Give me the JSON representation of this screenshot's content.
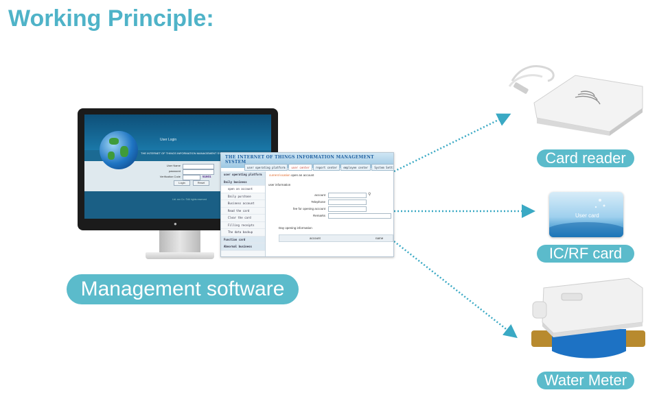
{
  "title": "Working Principle:",
  "labels": {
    "management": "Management software",
    "card_reader": "Card reader",
    "ic_card": "IC/RF card",
    "water_meter": "Water Meter"
  },
  "colors": {
    "title": "#4fb3c8",
    "pill": "#5bbbcb",
    "arrow": "#3aa9c4"
  },
  "login_screen": {
    "heading": "User Login",
    "system_name": "THE INTERNET OF THINGS INFORMATION MANAGEMENT SYSTEM",
    "fields": [
      "User Name",
      "password",
      "Verification Code"
    ],
    "code": "51601",
    "buttons": [
      "Login",
      "Reset"
    ],
    "footer": "Ltd. xxx Co. ©All rights reserved"
  },
  "app_window": {
    "title": "THE INTERNET OF THINGS INFORMATION MANAGEMENT SYSTEM",
    "tabs": [
      "user operating platform",
      "user center",
      "report center",
      "employee center",
      "System Settings"
    ],
    "sidebar": [
      {
        "label": "user operating platform",
        "group": true
      },
      {
        "label": "Daily business",
        "group": true
      },
      {
        "label": "open an account",
        "group": false,
        "selected": true
      },
      {
        "label": "Daily purchase",
        "group": false
      },
      {
        "label": "Business account",
        "group": false
      },
      {
        "label": "Read the card",
        "group": false
      },
      {
        "label": "Clear the card",
        "group": false
      },
      {
        "label": "Filling receipts",
        "group": false
      },
      {
        "label": "The data backup",
        "group": false
      },
      {
        "label": "Function card",
        "group": true
      },
      {
        "label": "Abnormal business",
        "group": true
      }
    ],
    "breadcrumb_prefix": "current location",
    "breadcrumb_page": "open an account",
    "section_user": "user information",
    "form_fields": [
      "account",
      "Telephone",
      "fee for opening account",
      "Remarks"
    ],
    "section_day": "Day opening information",
    "table_columns": [
      "account",
      "name"
    ]
  },
  "card_text": "User card"
}
